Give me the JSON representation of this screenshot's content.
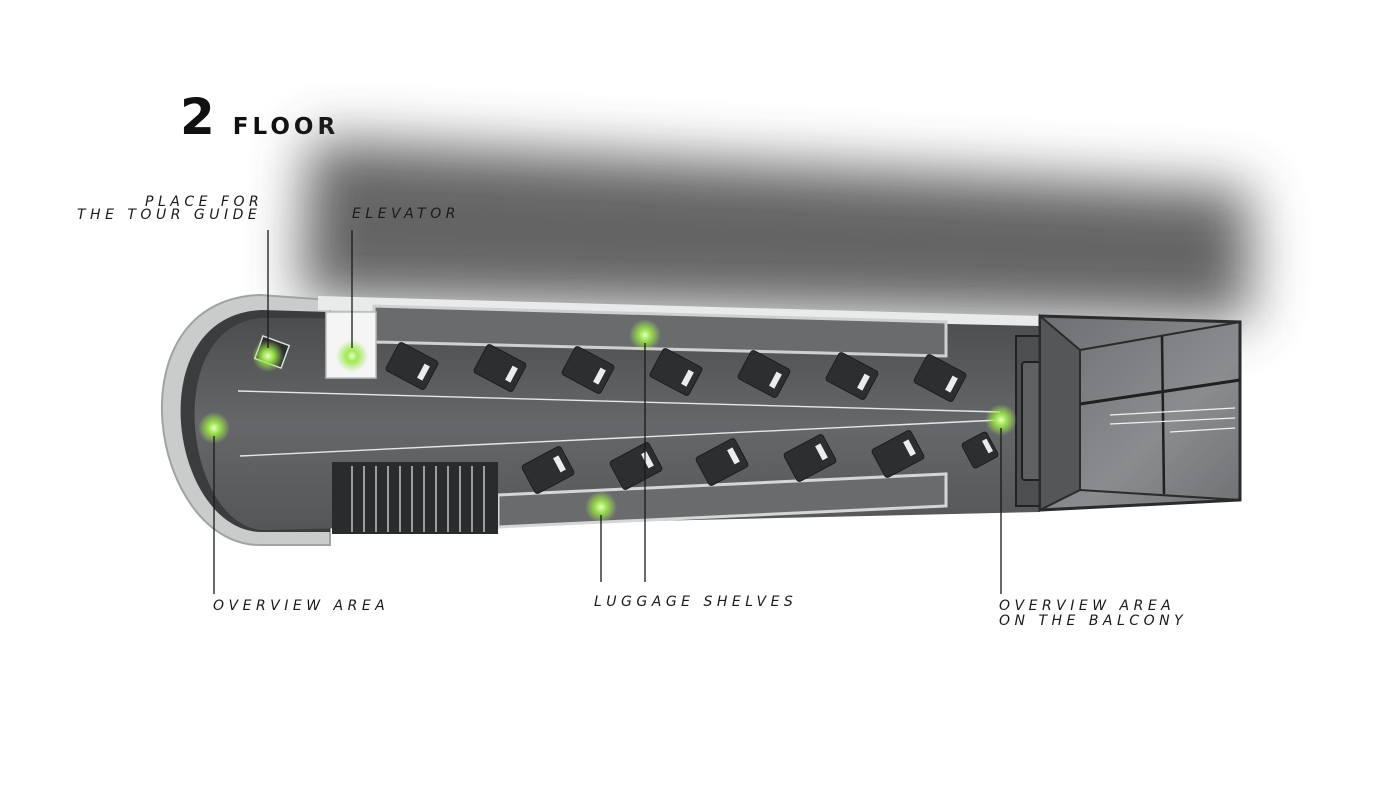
{
  "title": {
    "number": "2",
    "word": "FLOOR"
  },
  "callouts": {
    "tour_guide": {
      "line1": "PLACE FOR",
      "line2": "THE TOUR GUIDE"
    },
    "elevator": "ELEVATOR",
    "overview_area": "OVERVIEW AREA",
    "luggage_shelves": "LUGGAGE SHELVES",
    "balcony": {
      "line1": "OVERVIEW AREA",
      "line2": "ON THE BALCONY"
    }
  },
  "colors": {
    "highlight": "#b6f26a",
    "floor": "#5e5f60",
    "text": "#1a1a1a"
  }
}
